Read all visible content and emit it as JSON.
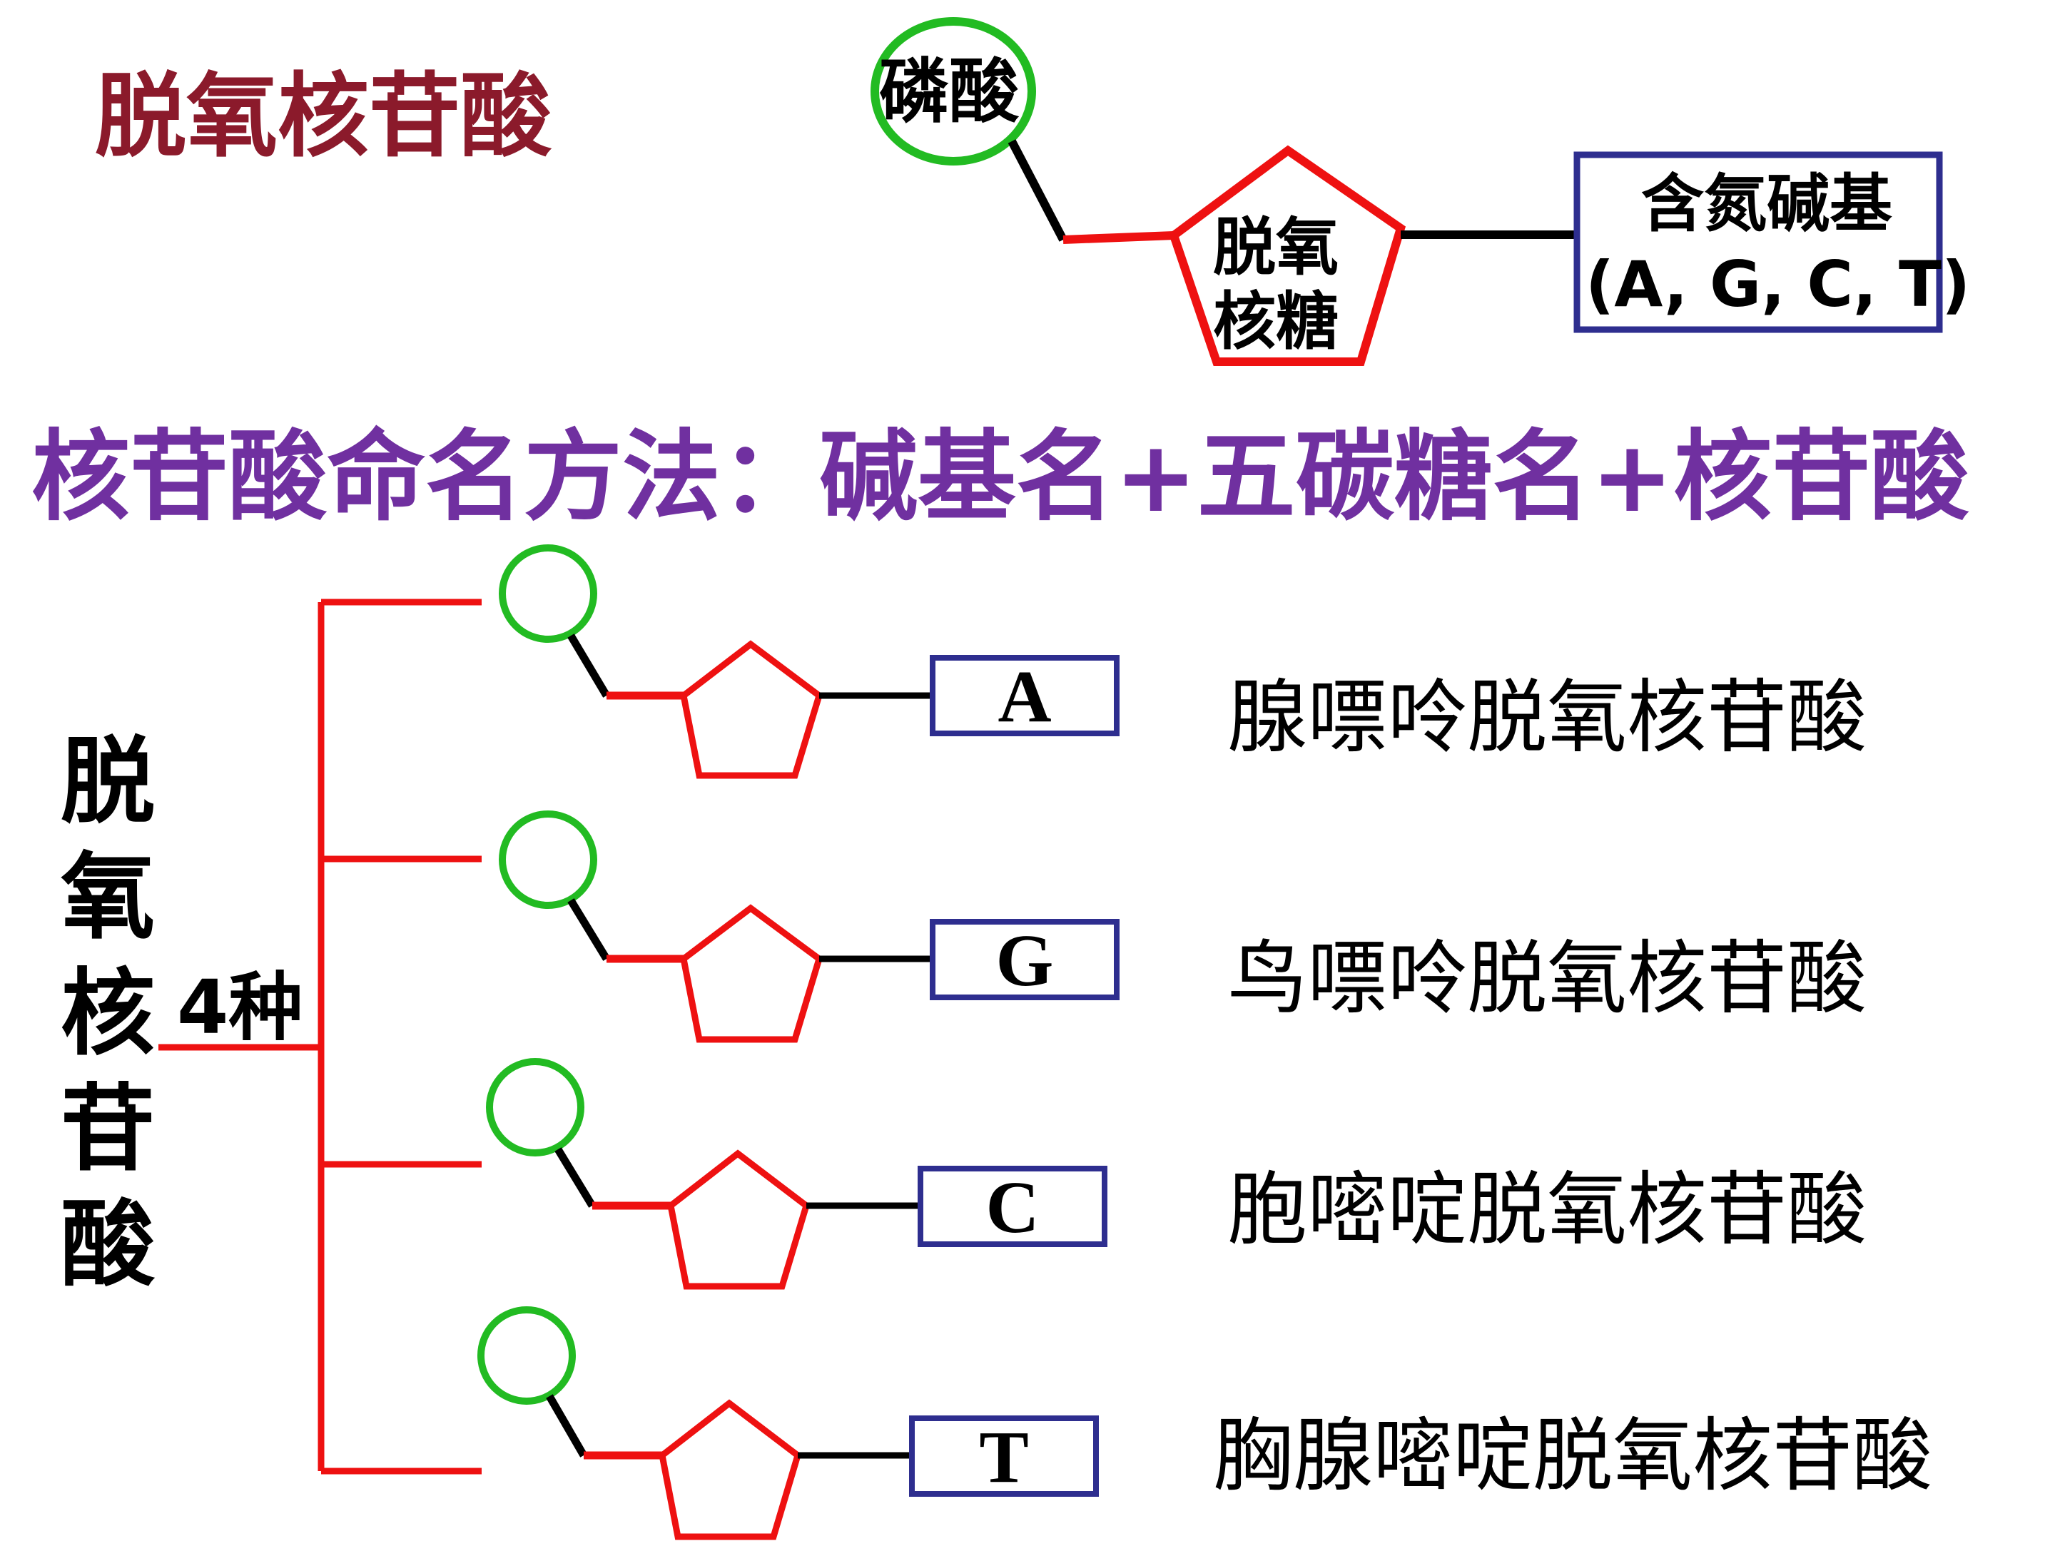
{
  "title": "脱氧核苷酸",
  "structure": {
    "phosphate": "磷酸",
    "sugar_line1": "脱氧",
    "sugar_line2": "核糖",
    "base_line1": "含氮碱基",
    "base_line2": "(A, G, C, T)"
  },
  "naming_rule": "核苷酸命名方法：碱基名+五碳糖名+核苷酸",
  "group_label": [
    "脱",
    "氧",
    "核",
    "苷",
    "酸"
  ],
  "count_label": "4种",
  "nucleotides": [
    {
      "base": "A",
      "name": "腺嘌呤脱氧核苷酸"
    },
    {
      "base": "G",
      "name": "鸟嘌呤脱氧核苷酸"
    },
    {
      "base": "C",
      "name": "胞嘧啶脱氧核苷酸"
    },
    {
      "base": "T",
      "name": "胸腺嘧啶脱氧核苷酸"
    }
  ],
  "colors": {
    "title": "#8b1a2b",
    "rule": "#7030a0",
    "phosphate_circle": "#22bb22",
    "sugar_pentagon": "#ee1111",
    "base_box": "#2e2e8f",
    "branch_lines": "#ee1111",
    "bond_lines": "#000000"
  }
}
